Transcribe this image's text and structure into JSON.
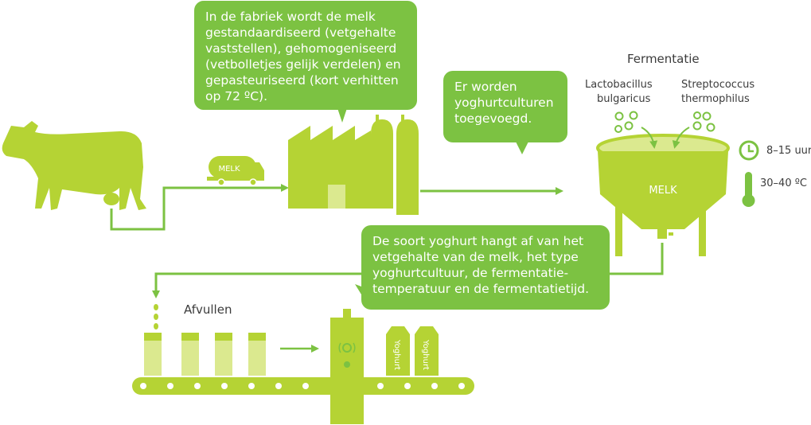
{
  "bubbles": {
    "factory": "In de fabriek wordt de melk gestandaardiseerd (vetgehalte vaststellen), gehomogeniseerd (vetbolletjes gelijk verdelen) en gepasteuriseerd (kort verhitten op 72 ºC).",
    "cultures": "Er worden yoghurtculturen toegevoegd.",
    "types": "De soort yoghurt hangt af van het vetgehalte van de melk, het type yoghurtcultuur, de fermentatie-temperatuur en de fermentatietijd."
  },
  "labels": {
    "fermentation": "Fermentatie",
    "bacteria_1_line1": "Lactobacillus",
    "bacteria_1_line2": "bulgaricus",
    "bacteria_2_line1": "Streptococcus",
    "bacteria_2_line2": "thermophilus",
    "time": "8–15 uur",
    "temperature": "30–40 ºC",
    "filling": "Afvullen",
    "truck": "MELK",
    "tank": "MELK",
    "carton_1": "Yoghurt",
    "carton_2": "Yoghurt"
  },
  "colors": {
    "lime": "#b5d334",
    "green": "#7cc242",
    "light": "#dbe98f",
    "text": "#3c3c3c"
  },
  "icons": [
    "cow-icon",
    "milk-truck-icon",
    "factory-icon",
    "silo-icon",
    "fermentation-tank-icon",
    "bacteria-icon",
    "clock-icon",
    "thermometer-icon",
    "milk-drop-icon",
    "cup-icon",
    "filling-machine-icon",
    "yoghurt-carton-icon",
    "conveyor-belt-icon",
    "arrow-icon"
  ]
}
